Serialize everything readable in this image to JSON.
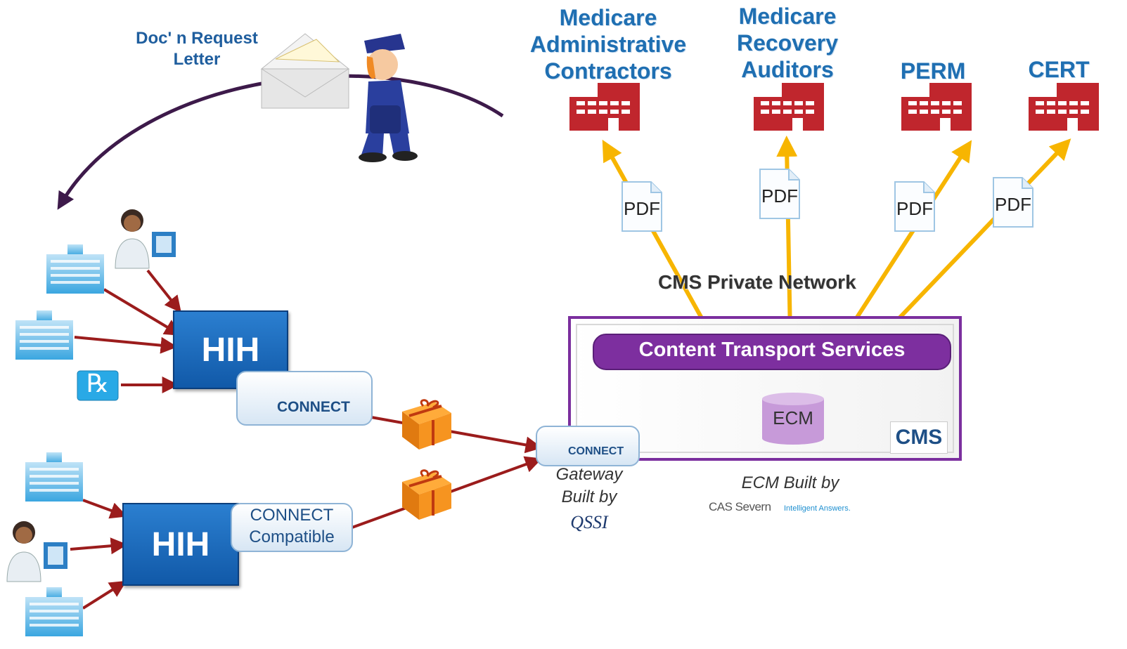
{
  "letter": {
    "line1": "Doc' n Request",
    "line2": "Letter"
  },
  "contractors": [
    {
      "lines": [
        "Medicare",
        "Administrative",
        "Contractors"
      ]
    },
    {
      "lines": [
        "Medicare",
        "Recovery",
        "Auditors"
      ]
    },
    {
      "lines": [
        "PERM"
      ]
    },
    {
      "lines": [
        "CERT"
      ]
    }
  ],
  "pdf_label": "PDF",
  "network_label": "CMS Private Network",
  "cts_label": "Content Transport Services",
  "ecm_label": "ECM",
  "cms_logo": "CMS",
  "hih_label": "HIH",
  "connect_label": "CONNECT",
  "connect_compatible": {
    "line1": "CONNECT",
    "line2": "Compatible"
  },
  "gateway": {
    "line1": "Gateway",
    "line2": "Built by",
    "vendor": "QSSI"
  },
  "ecm_built": {
    "line1": "ECM Built by",
    "vendor": "CAS Severn",
    "tagline": "Intelligent Answers."
  },
  "rx_label": "℞",
  "colors": {
    "blue_text": "#1f6fb2",
    "red_building": "#c0262d",
    "yellow_arrow": "#f7b500",
    "dark_red_arrow": "#9b1c1c",
    "purple": "#7b2f9e",
    "arc": "#3d1a4a"
  }
}
